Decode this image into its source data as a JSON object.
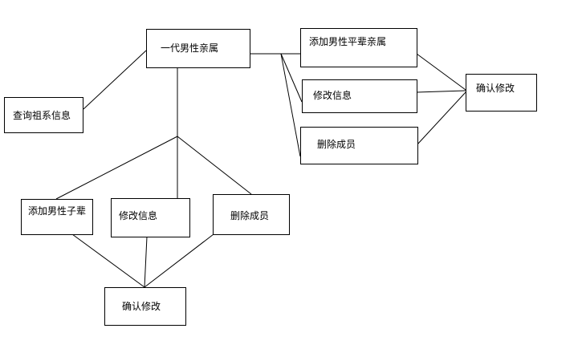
{
  "diagram": {
    "nodes": {
      "query": "查询祖系信息",
      "first_gen": "一代男性亲属",
      "add_peer": "添加男性平辈亲属",
      "edit_right": "修改信息",
      "delete_right": "删除成员",
      "confirm_right": "确认修改",
      "add_child": "添加男性子辈",
      "edit_bottom": "修改信息",
      "delete_bottom": "删除成员",
      "confirm_bottom": "确认修改"
    },
    "colors": {
      "line": "#000000",
      "box_border": "#000000",
      "background": "#ffffff"
    }
  }
}
